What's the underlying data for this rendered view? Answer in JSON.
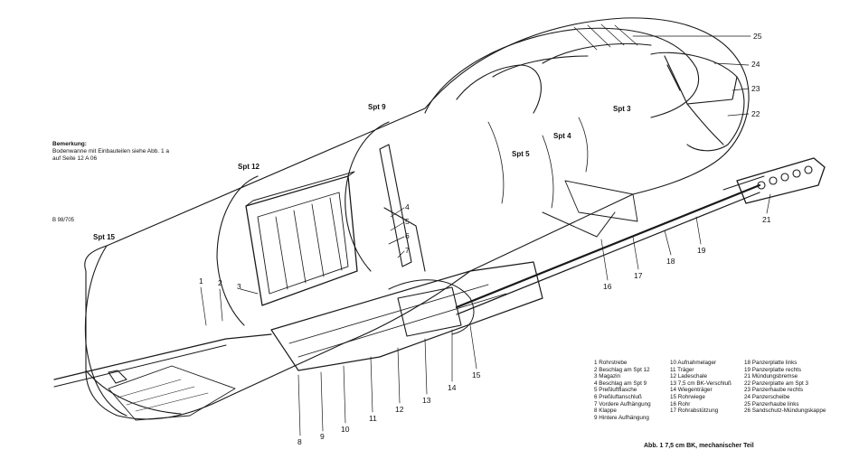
{
  "note": {
    "title": "Bemerkung:",
    "lines": [
      "Bodenwanne mit Einbauteilen siehe Abb. 1 a",
      "auf Seite 12 A 06"
    ]
  },
  "drawing_ref": "B 98/705",
  "spant_labels": [
    "Spt 15",
    "Spt 12",
    "Spt 9",
    "Spt 3",
    "Spt 4",
    "Spt 5"
  ],
  "callouts": [
    "1",
    "2",
    "3",
    "4",
    "5",
    "6",
    "7",
    "8",
    "9",
    "10",
    "11",
    "12",
    "13",
    "14",
    "15",
    "16",
    "17",
    "18",
    "19",
    "21",
    "22",
    "23",
    "24",
    "25"
  ],
  "legend": {
    "col1": [
      "1 Rohrstrebe",
      "2 Beschlag am Spt 12",
      "3 Magazin",
      "4 Beschlag am Spt 9",
      "5 Preßluftflasche",
      "6 Preßluftanschluß",
      "7 Vordere Aufhängung",
      "8 Klappe",
      "9 Hintere Aufhängung"
    ],
    "col2": [
      "10 Aufnahmelager",
      "11 Träger",
      "12 Ladeschale",
      "13 7,5 cm BK-Verschluß",
      "14 Wiegenträger",
      "15 Rohrwiege",
      "16 Rohr",
      "17 Rohrabstützung"
    ],
    "col3": [
      "18 Panzerplatte links",
      "19 Panzerplatte rechts",
      "21 Mündungsbremse",
      "22 Panzerplatte am Spt 3",
      "23 Panzerhaube rechts",
      "24 Panzerscheibe",
      "25 Panzerhaube links",
      "26 Sandschutz-Mündungskappe"
    ]
  },
  "caption": "Abb. 1    7,5 cm BK, mechanischer Teil"
}
